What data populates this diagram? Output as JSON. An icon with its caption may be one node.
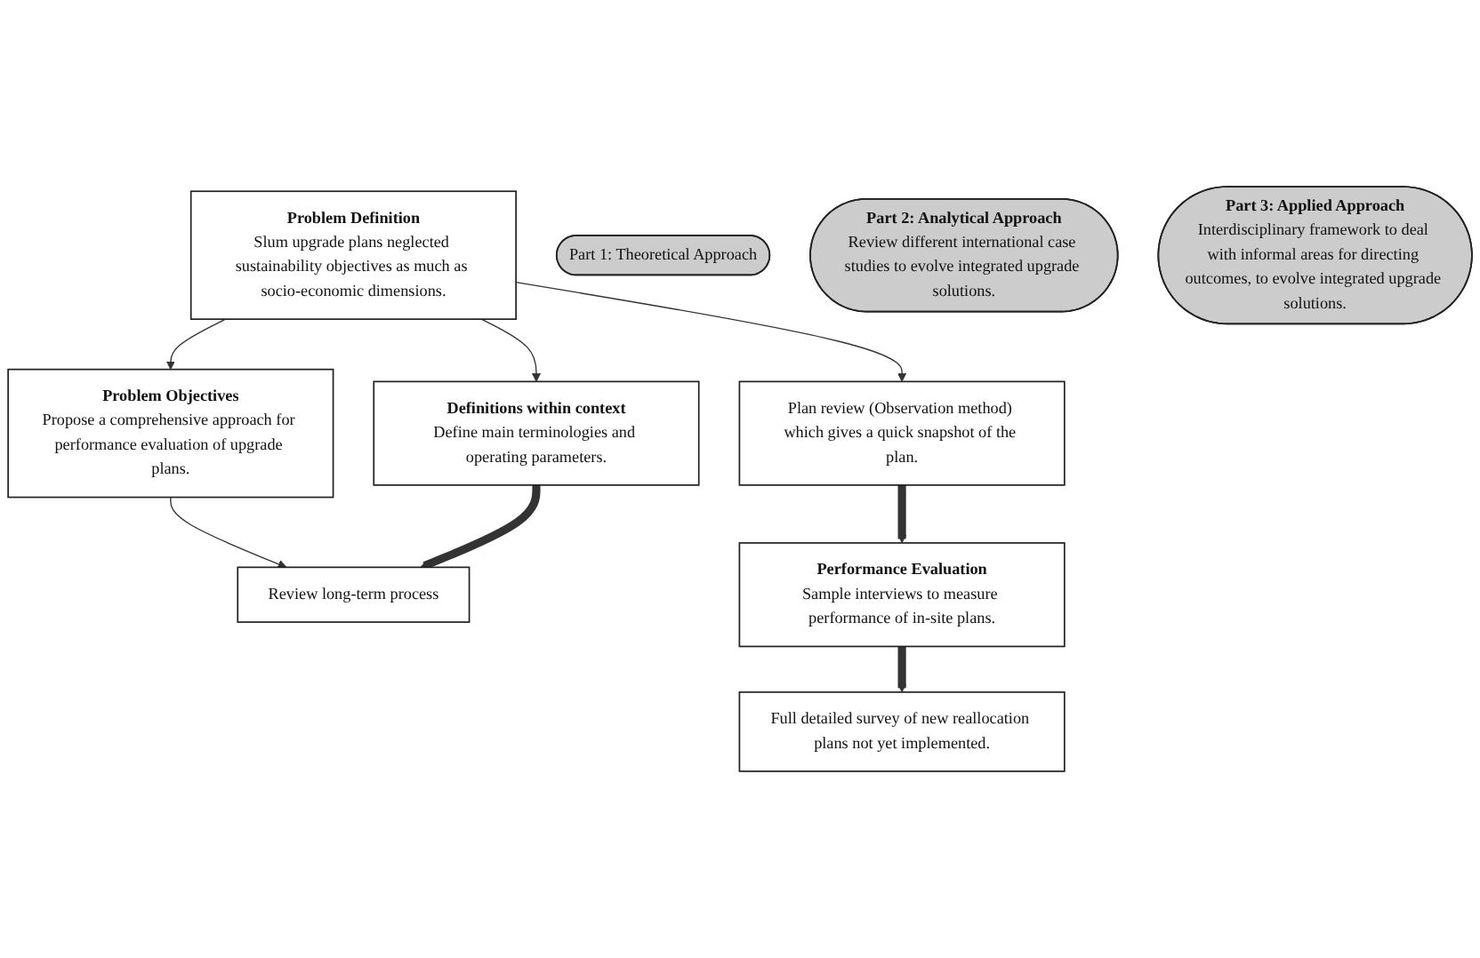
{
  "diagram": {
    "nodes": [
      {
        "text": [
          "Problem Definition",
          "Slum upgrade plans neglected sustainability objectives as much as socio-economic dimensions."
        ]
      },
      {
        "text": [
          "Problem Objectives",
          "Propose a comprehensive approach for performance evaluation of upgrade plans."
        ]
      },
      {
        "text": [
          "Part 1: Theoretical Approach"
        ]
      },
      {
        "text": [
          "Definitions within context",
          "Define main terminologies and operating parameters."
        ]
      },
      {
        "text": [
          "Review long-term process"
        ]
      },
      {
        "text": [
          "Part 2: Analytical Approach",
          "Review different international case studies to evolve integrated upgrade solutions."
        ]
      },
      {
        "text": [
          "Part 3: Applied Approach",
          "Interdisciplinary framework to deal with informal areas for directing outcomes, to evolve integrated upgrade solutions."
        ]
      },
      {
        "text": [
          "Plan review (Observation method) which gives a quick snapshot of the plan."
        ]
      },
      {
        "text": [
          "Performance Evaluation",
          "Sample interviews to measure performance of in-site plans."
        ]
      },
      {
        "text": [
          "Full detailed survey of new reallocation plans not yet implemented."
        ]
      }
    ],
    "edges": [
      {
        "from": 0,
        "to": 1,
        "arrow": "to"
      },
      {
        "from": 0,
        "to": 3,
        "arrow": "to"
      },
      {
        "from": 1,
        "to": 4,
        "arrow": "to"
      },
      {
        "from": 3,
        "to": 4,
        "arrow": "to",
        "style": "thick"
      },
      {
        "from": 0,
        "to": 7,
        "arrow": "to"
      },
      {
        "from": 7,
        "to": 8,
        "arrow": "to",
        "style": "thick"
      },
      {
        "from": 8,
        "to": 9,
        "arrow": "to",
        "style": "thick"
      }
    ]
  }
}
